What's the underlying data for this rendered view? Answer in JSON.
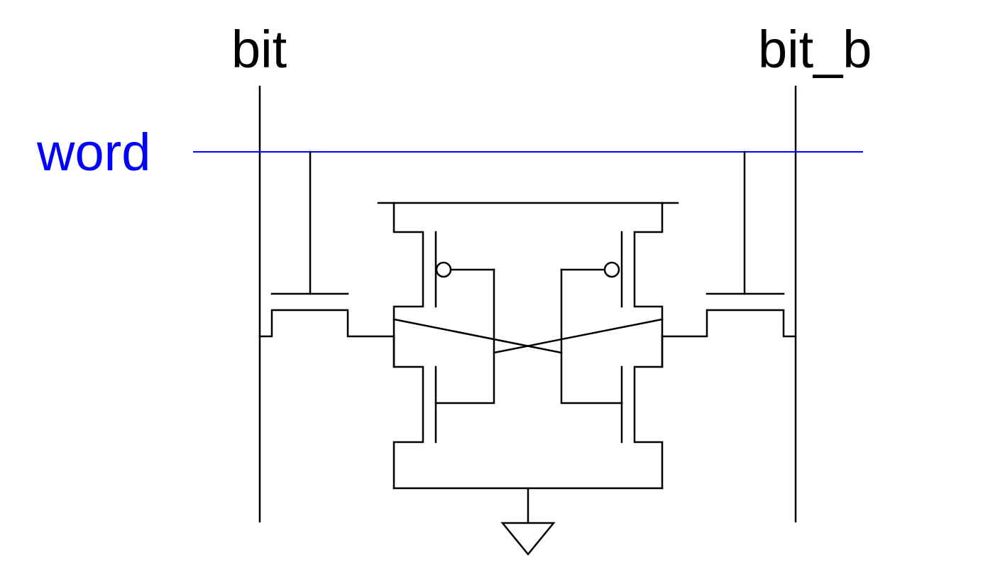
{
  "labels": {
    "bit": "bit",
    "bit_b": "bit_b",
    "word": "word"
  },
  "colors": {
    "word_line": "#0000ff",
    "wires": "#000000",
    "background": "#ffffff"
  },
  "components": {
    "ground": "ground-symbol",
    "pmos_bubble": "inverting-bubble"
  }
}
